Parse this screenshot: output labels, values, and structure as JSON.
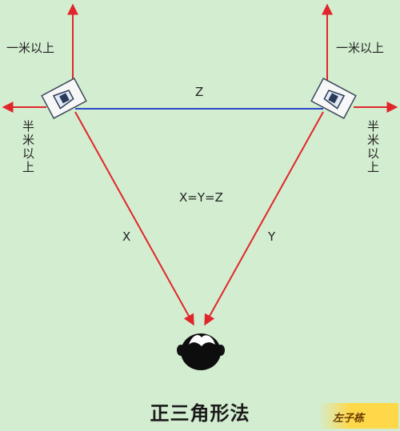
{
  "labels": {
    "top_left": "一米以上",
    "top_right": "一米以上",
    "side_left": "半米以上",
    "side_right": "半米以上",
    "z": "Z",
    "x": "X",
    "y": "Y",
    "equation": "X=Y=Z"
  },
  "title": "正三角形法",
  "watermark": "左子栋",
  "colors": {
    "background": "#d3edd0",
    "arrow_red": "#e0262b",
    "line_blue": "#2a49c8"
  },
  "icons": [
    "speaker-left-icon",
    "speaker-right-icon",
    "listener-head-icon"
  ]
}
